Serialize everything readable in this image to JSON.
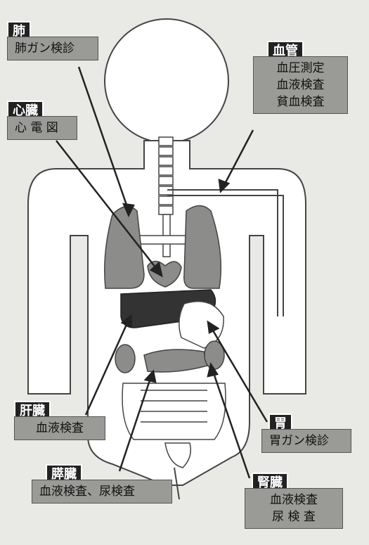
{
  "labels": {
    "lung": {
      "tag": "肺",
      "lines": [
        "肺ガン検診"
      ]
    },
    "blood_vessel": {
      "tag": "血管",
      "lines": [
        "血圧測定",
        "血液検査",
        "貧血検査"
      ]
    },
    "heart": {
      "tag": "心臓",
      "lines": [
        "心 電 図"
      ]
    },
    "liver": {
      "tag": "肝臓",
      "lines": [
        "血液検査"
      ]
    },
    "stomach": {
      "tag": "胃",
      "lines": [
        "胃ガン検診"
      ]
    },
    "pancreas": {
      "tag": "膵臓",
      "lines": [
        "血液検査、尿検査"
      ]
    },
    "kidney": {
      "tag": "腎臓",
      "lines": [
        "血液検査",
        "尿 検 査"
      ]
    }
  },
  "colors": {
    "background": "#e9e9e5",
    "body_fill": "#ffffff",
    "organ_gray": "#8c8c8a",
    "organ_dark": "#333333",
    "label_box": "#9a9a97",
    "tag_bg": "#222222"
  }
}
